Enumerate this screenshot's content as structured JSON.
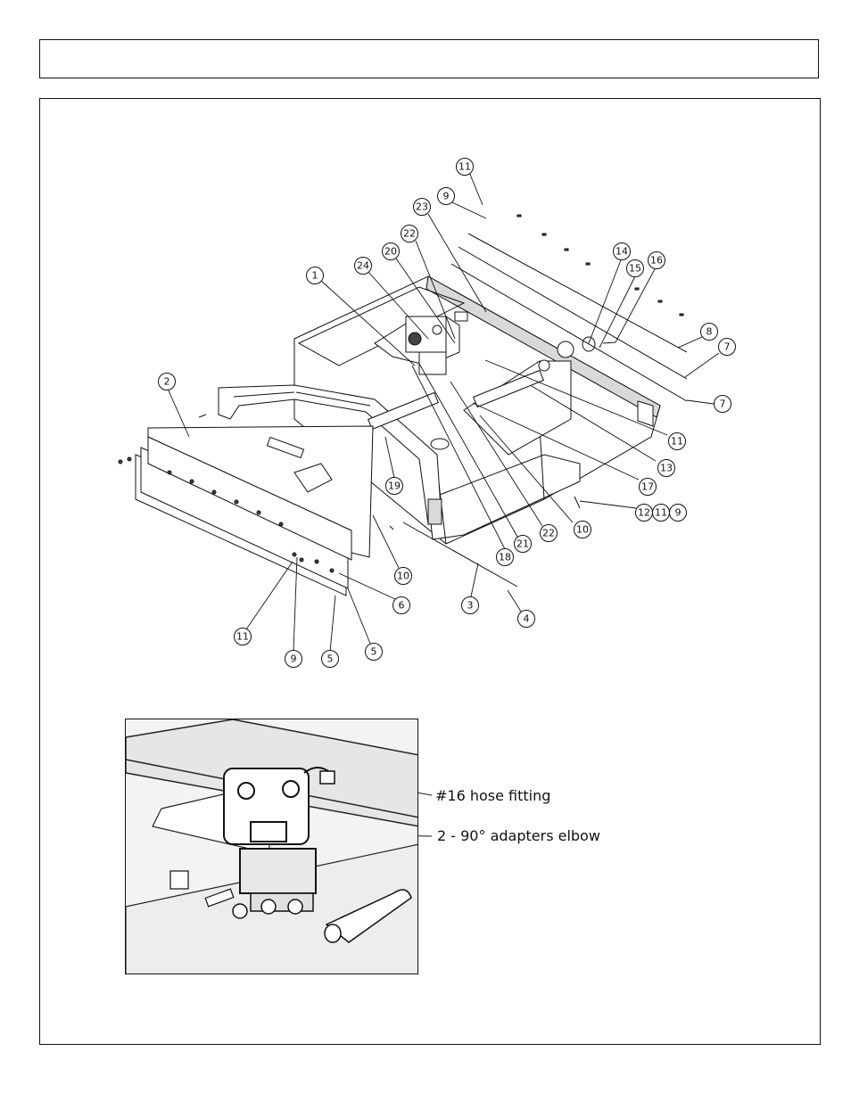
{
  "header": {
    "title": ""
  },
  "callouts": [
    {
      "id": "c11a",
      "text": "11"
    },
    {
      "id": "c9a",
      "text": "9"
    },
    {
      "id": "c23",
      "text": "23"
    },
    {
      "id": "c22a",
      "text": "22"
    },
    {
      "id": "c20",
      "text": "20"
    },
    {
      "id": "c24",
      "text": "24"
    },
    {
      "id": "c1",
      "text": "1"
    },
    {
      "id": "c14",
      "text": "14"
    },
    {
      "id": "c15",
      "text": "15"
    },
    {
      "id": "c16",
      "text": "16"
    },
    {
      "id": "c8",
      "text": "8"
    },
    {
      "id": "c7a",
      "text": "7"
    },
    {
      "id": "c7b",
      "text": "7"
    },
    {
      "id": "c2",
      "text": "2"
    },
    {
      "id": "c11b",
      "text": "11"
    },
    {
      "id": "c13",
      "text": "13"
    },
    {
      "id": "c17",
      "text": "17"
    },
    {
      "id": "c12",
      "text": "12"
    },
    {
      "id": "c11c",
      "text": "11"
    },
    {
      "id": "c9b",
      "text": "9"
    },
    {
      "id": "c19",
      "text": "19"
    },
    {
      "id": "c10a",
      "text": "10"
    },
    {
      "id": "c22b",
      "text": "22"
    },
    {
      "id": "c21",
      "text": "21"
    },
    {
      "id": "c18",
      "text": "18"
    },
    {
      "id": "c10b",
      "text": "10"
    },
    {
      "id": "c6",
      "text": "6"
    },
    {
      "id": "c3",
      "text": "3"
    },
    {
      "id": "c4",
      "text": "4"
    },
    {
      "id": "c11d",
      "text": "11"
    },
    {
      "id": "c9c",
      "text": "9"
    },
    {
      "id": "c5a",
      "text": "5"
    },
    {
      "id": "c5b",
      "text": "5"
    }
  ],
  "detail": {
    "label_hose": "#16 hose fitting",
    "label_elbow": "2 - 90° adapters elbow"
  }
}
